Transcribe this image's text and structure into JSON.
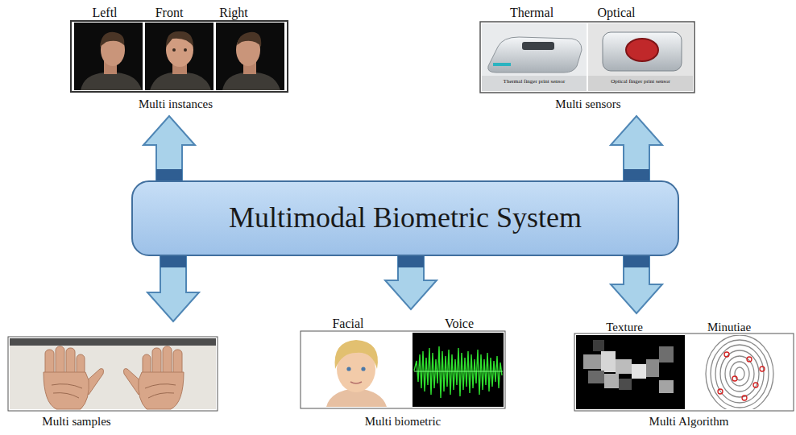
{
  "diagram": {
    "nodes": [
      {
        "text": [
          "Leftl",
          "Front",
          "Right",
          "Multi instances"
        ]
      },
      {
        "text": [
          "Thermal",
          "Optical",
          "Thermal finger print sensor",
          "Optical finger print sensor",
          "Multi sensors"
        ]
      },
      {
        "text": [
          "Multimodal Biometric System"
        ]
      },
      {
        "text": [
          "Multi samples"
        ]
      },
      {
        "text": [
          "Facial",
          "Voice",
          "Multi biometric"
        ]
      },
      {
        "text": [
          "Texture",
          "Minutiae",
          "Multi Algorithm"
        ]
      }
    ],
    "edges": [
      {
        "from": 2,
        "to": 0,
        "arrow": "to"
      },
      {
        "from": 2,
        "to": 1,
        "arrow": "to"
      },
      {
        "from": 2,
        "to": 3,
        "arrow": "to"
      },
      {
        "from": 2,
        "to": 4,
        "arrow": "to"
      },
      {
        "from": 2,
        "to": 5,
        "arrow": "to"
      }
    ]
  }
}
